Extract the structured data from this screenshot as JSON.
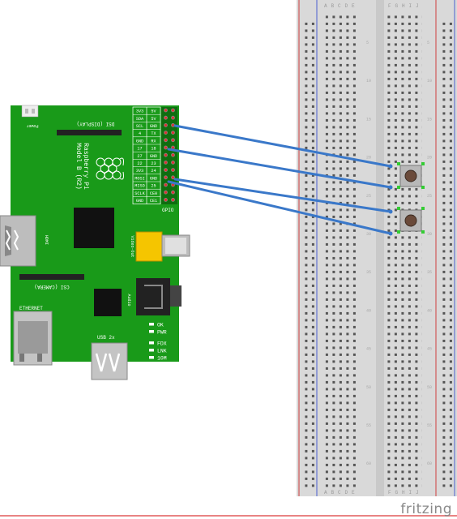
{
  "board": {
    "label_power": "Power",
    "label_dsi": "DSI (DISPLAY)",
    "label_model_line1": "Raspberry Pi",
    "label_model_line2": "Model B (R2)",
    "label_hdmi": "HDMI",
    "label_video": "Video-Out",
    "label_csi": "CSI (CAMERA)",
    "label_audio": "Audio",
    "label_ethernet": "ETHERNET",
    "label_usb": "USB 2x",
    "label_gpio": "GPIO",
    "gpio_labels": [
      [
        "3V3",
        "5V"
      ],
      [
        "SDA",
        "5V"
      ],
      [
        "SCL",
        "GND"
      ],
      [
        "4",
        "TX"
      ],
      [
        "GND",
        "RX"
      ],
      [
        "17",
        "18"
      ],
      [
        "27",
        "GND"
      ],
      [
        "22",
        "23"
      ],
      [
        "3V3",
        "24"
      ],
      [
        "MOSI",
        "GND"
      ],
      [
        "MISO",
        "25"
      ],
      [
        "SCLK",
        "CE0"
      ],
      [
        "GND",
        "CE1"
      ]
    ],
    "leds": [
      "OK",
      "PWR",
      "FDX",
      "LNK",
      "10M"
    ]
  },
  "breadboard": {
    "columns": [
      "A",
      "B",
      "C",
      "D",
      "E",
      "F",
      "G",
      "H",
      "I",
      "J"
    ],
    "row_numbers": [
      5,
      10,
      15,
      20,
      25,
      30,
      35,
      40,
      45,
      50,
      55,
      60
    ]
  },
  "colors": {
    "pcb": "#199a19",
    "breadboard": "#d9d9d9",
    "wire": "#3a78c9",
    "rail_red": "#d04040",
    "rail_blue": "#4a5fd0"
  },
  "watermark": "fritzing"
}
